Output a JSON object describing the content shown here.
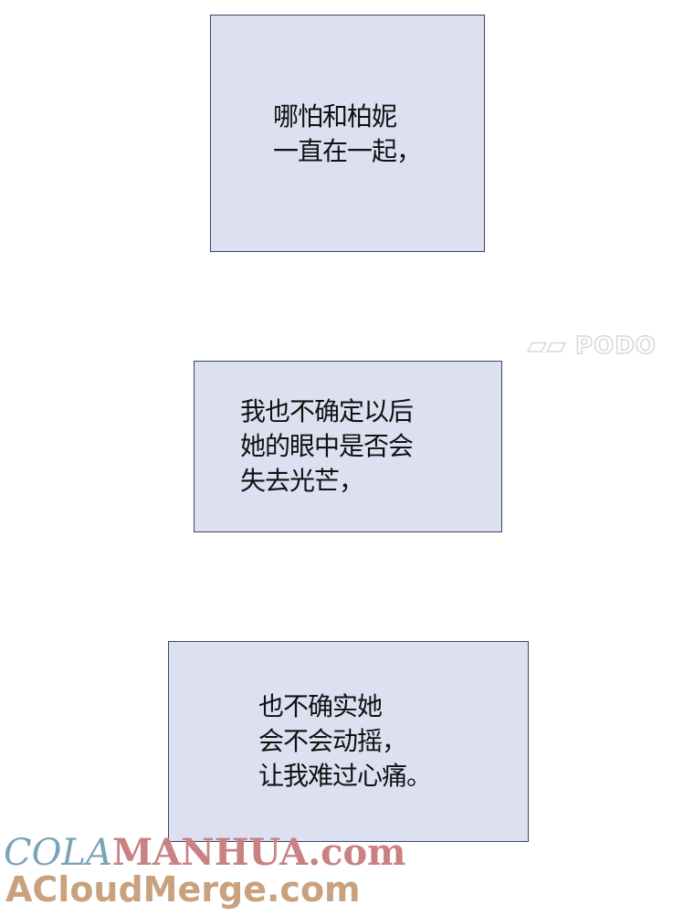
{
  "panels": [
    {
      "lines": [
        "哪怕和柏妮",
        "一直在一起，"
      ]
    },
    {
      "lines": [
        "我也不确定以后",
        "她的眼中是否会",
        "失去光芒，"
      ]
    },
    {
      "lines": [
        "也不确实她",
        "会不会动摇，",
        "让我难过心痛。"
      ]
    }
  ],
  "watermarks": {
    "podo": "PODO",
    "colamanhua_a": "COLA",
    "colamanhua_b": "MANHUA.com",
    "acloudmerge": "ACloudMerge.com"
  },
  "colors": {
    "box_fill": "#dde0f1",
    "box_border": "#3d4463"
  }
}
